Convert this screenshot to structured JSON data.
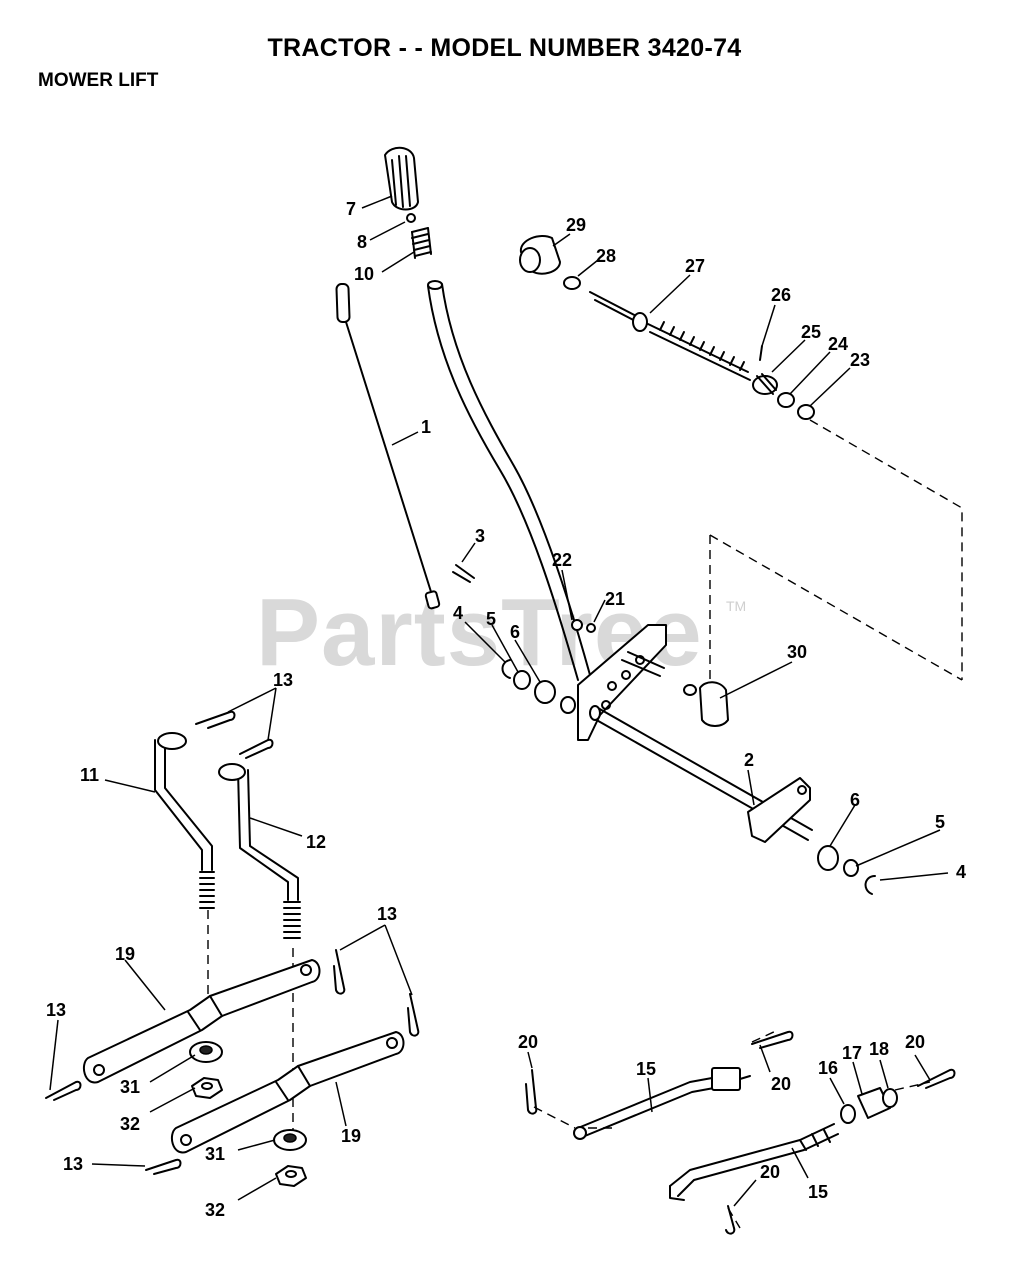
{
  "title": "TRACTOR - - MODEL NUMBER 3420-74",
  "subtitle": "MOWER LIFT",
  "watermark": "PartsTree",
  "watermark_tm": "TM",
  "callouts": [
    {
      "id": "c7",
      "label": "7"
    },
    {
      "id": "c8",
      "label": "8"
    },
    {
      "id": "c10",
      "label": "10"
    },
    {
      "id": "c1",
      "label": "1"
    },
    {
      "id": "c3",
      "label": "3"
    },
    {
      "id": "c29",
      "label": "29"
    },
    {
      "id": "c28",
      "label": "28"
    },
    {
      "id": "c27",
      "label": "27"
    },
    {
      "id": "c26",
      "label": "26"
    },
    {
      "id": "c25",
      "label": "25"
    },
    {
      "id": "c24",
      "label": "24"
    },
    {
      "id": "c23",
      "label": "23"
    },
    {
      "id": "c22",
      "label": "22"
    },
    {
      "id": "c21",
      "label": "21"
    },
    {
      "id": "c4a",
      "label": "4"
    },
    {
      "id": "c5a",
      "label": "5"
    },
    {
      "id": "c6a",
      "label": "6"
    },
    {
      "id": "c30",
      "label": "30"
    },
    {
      "id": "c2",
      "label": "2"
    },
    {
      "id": "c6b",
      "label": "6"
    },
    {
      "id": "c5b",
      "label": "5"
    },
    {
      "id": "c4b",
      "label": "4"
    },
    {
      "id": "c13a",
      "label": "13"
    },
    {
      "id": "c11",
      "label": "11"
    },
    {
      "id": "c12",
      "label": "12"
    },
    {
      "id": "c13b",
      "label": "13"
    },
    {
      "id": "c19a",
      "label": "19"
    },
    {
      "id": "c13c",
      "label": "13"
    },
    {
      "id": "c31a",
      "label": "31"
    },
    {
      "id": "c32a",
      "label": "32"
    },
    {
      "id": "c19b",
      "label": "19"
    },
    {
      "id": "c13d",
      "label": "13"
    },
    {
      "id": "c31b",
      "label": "31"
    },
    {
      "id": "c32b",
      "label": "32"
    },
    {
      "id": "c20a",
      "label": "20"
    },
    {
      "id": "c15a",
      "label": "15"
    },
    {
      "id": "c20b",
      "label": "20"
    },
    {
      "id": "c16",
      "label": "16"
    },
    {
      "id": "c17",
      "label": "17"
    },
    {
      "id": "c18",
      "label": "18"
    },
    {
      "id": "c20c",
      "label": "20"
    },
    {
      "id": "c20d",
      "label": "20"
    },
    {
      "id": "c15b",
      "label": "15"
    }
  ]
}
